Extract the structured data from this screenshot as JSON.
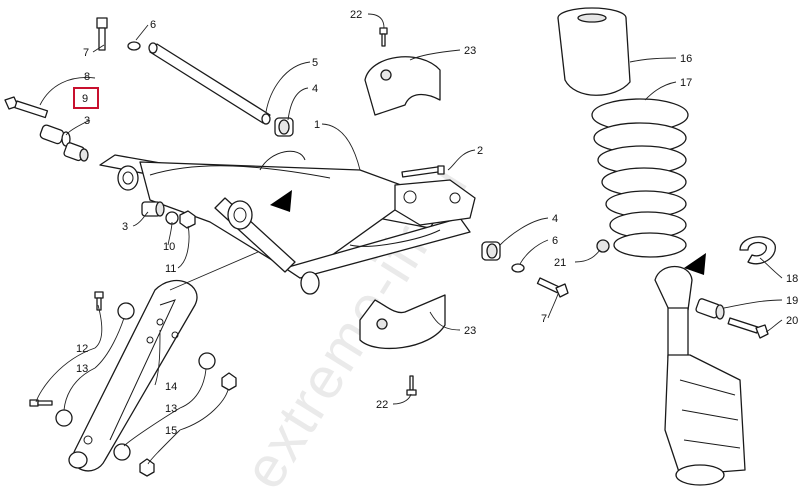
{
  "callouts": [
    {
      "id": "c1",
      "label": "1"
    },
    {
      "id": "c2",
      "label": "2"
    },
    {
      "id": "c3a",
      "label": "3"
    },
    {
      "id": "c3b",
      "label": "3"
    },
    {
      "id": "c4a",
      "label": "4"
    },
    {
      "id": "c4b",
      "label": "4"
    },
    {
      "id": "c5",
      "label": "5"
    },
    {
      "id": "c6a",
      "label": "6"
    },
    {
      "id": "c6b",
      "label": "6"
    },
    {
      "id": "c7a",
      "label": "7"
    },
    {
      "id": "c7b",
      "label": "7"
    },
    {
      "id": "c8",
      "label": "8"
    },
    {
      "id": "c9",
      "label": "9"
    },
    {
      "id": "c10",
      "label": "10"
    },
    {
      "id": "c11",
      "label": "11"
    },
    {
      "id": "c12",
      "label": "12"
    },
    {
      "id": "c13a",
      "label": "13"
    },
    {
      "id": "c13b",
      "label": "13"
    },
    {
      "id": "c14",
      "label": "14"
    },
    {
      "id": "c15",
      "label": "15"
    },
    {
      "id": "c16",
      "label": "16"
    },
    {
      "id": "c17",
      "label": "17"
    },
    {
      "id": "c18",
      "label": "18"
    },
    {
      "id": "c19",
      "label": "19"
    },
    {
      "id": "c20",
      "label": "20"
    },
    {
      "id": "c21",
      "label": "21"
    },
    {
      "id": "c22a",
      "label": "22"
    },
    {
      "id": "c22b",
      "label": "22"
    },
    {
      "id": "c23a",
      "label": "23"
    },
    {
      "id": "c23b",
      "label": "23"
    }
  ],
  "highlighted_callout": "9",
  "watermark": "extreme-ifreu",
  "colors": {
    "line": "#1a1a1a",
    "highlight": "#c8102e",
    "watermark": "#d9d9d9"
  }
}
